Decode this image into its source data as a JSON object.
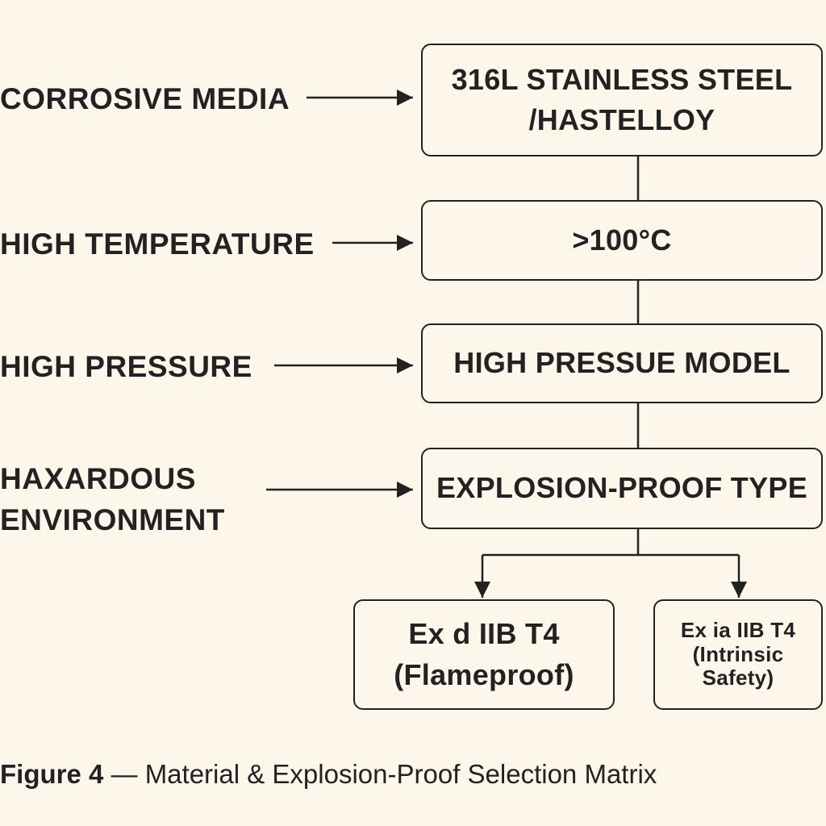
{
  "inputs": [
    {
      "label_lines": [
        "CORROSIVE MEDIA"
      ]
    },
    {
      "label_lines": [
        "HIGH TEMPERATURE"
      ]
    },
    {
      "label_lines": [
        "HIGH PRESSURE"
      ]
    },
    {
      "label_lines": [
        "HAXARDOUS",
        "ENVIRONMENT"
      ]
    }
  ],
  "boxes": [
    {
      "lines": [
        "316L STAINLESS STEEL",
        "/HASTELLOY"
      ]
    },
    {
      "lines": [
        ">100°C"
      ]
    },
    {
      "lines": [
        "HIGH PRESSUE MODEL"
      ]
    },
    {
      "lines": [
        "EXPLOSION-PROOF TYPE"
      ]
    }
  ],
  "outputs": [
    {
      "lines": [
        "Ex d IIB T4",
        "(Flameproof)"
      ]
    },
    {
      "lines": [
        "Ex ia IIB T4",
        "(Intrinsic Safety)"
      ]
    }
  ],
  "caption": {
    "bold": "Figure 4",
    "text": " — Material & Explosion-Proof Selection Matrix"
  },
  "colors": {
    "background": "#fdf6ea",
    "ink": "#222222"
  }
}
